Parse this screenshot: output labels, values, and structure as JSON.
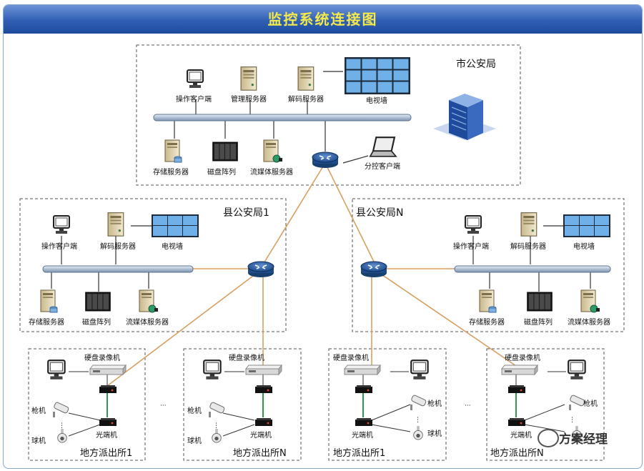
{
  "title": "监控系统连接图",
  "labels": {
    "city_bureau": "市公安局",
    "county_bureau_1": "县公安局1",
    "county_bureau_n": "县公安局N",
    "op_client": "操作客户端",
    "mgmt_server": "管理服务器",
    "decode_server": "解码服务器",
    "video_wall": "电视墙",
    "storage_server": "存储服务器",
    "disk_array": "磁盘阵列",
    "streaming_server": "流媒体服务器",
    "sub_client": "分控客户端",
    "dvr": "硬盘录像机",
    "gun_camera": "枪机",
    "dome_camera": "球机",
    "optical_transceiver": "光端机",
    "station_1": "地方派出所1",
    "station_n": "地方派出所N",
    "ellipsis": "···",
    "dots": "⋮"
  },
  "watermark": "方案经理",
  "colors": {
    "title_text": "#f4e94a",
    "title_bar": "#2f5fb4",
    "link": "#d8a060",
    "bus": "#b8c8dc",
    "router": "#2d5e9e"
  }
}
